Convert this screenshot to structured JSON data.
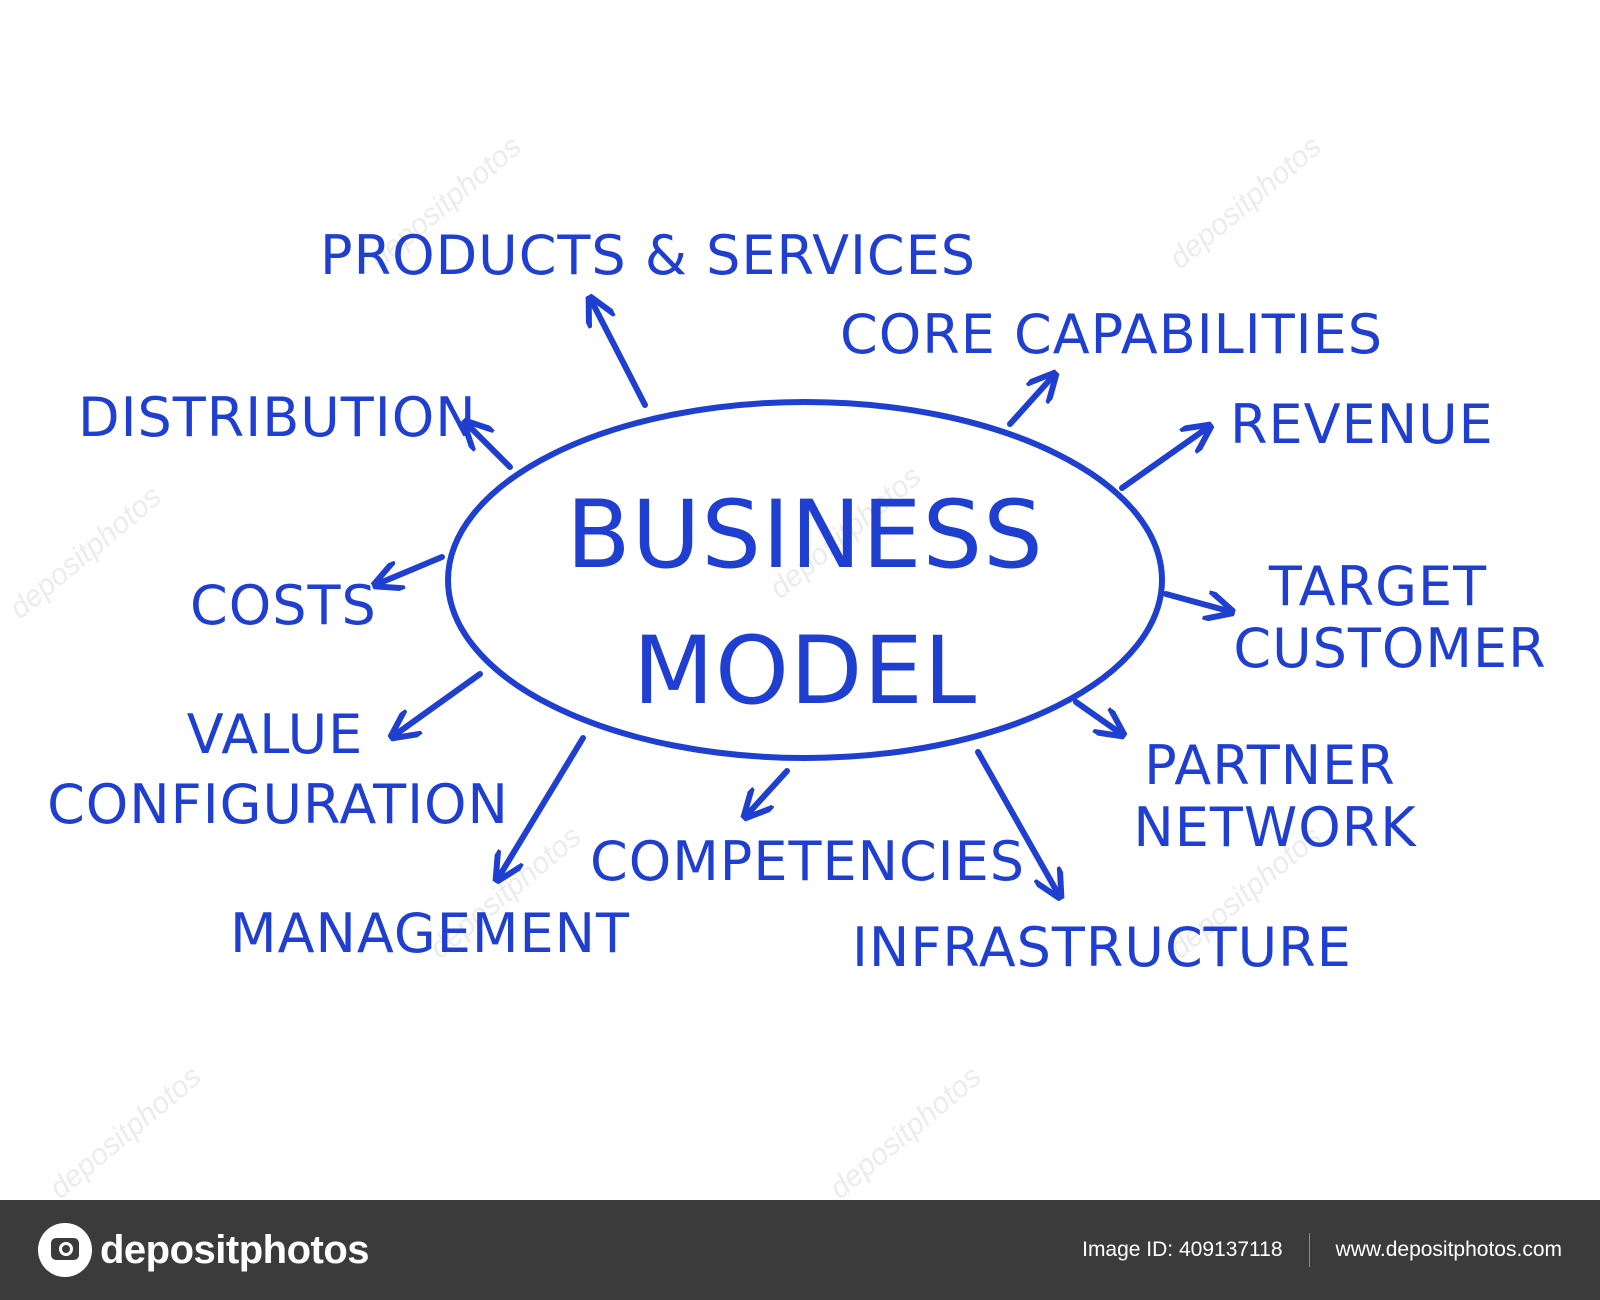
{
  "diagram": {
    "center": {
      "line1": "BUSINESS",
      "line2": "MODEL"
    },
    "nodes": {
      "products_services": "PRODUCTS & SERVICES",
      "core_capabilities": "CORE CAPABILITIES",
      "distribution": "DISTRIBUTION",
      "revenue": "REVENUE",
      "costs": "COSTS",
      "target_customer": {
        "line1": "TARGET",
        "line2": "CUSTOMER"
      },
      "value_configuration": {
        "line1": "VALUE",
        "line2": "CONFIGURATION"
      },
      "partner_network": {
        "line1": "PARTNER",
        "line2": "NETWORK"
      },
      "competencies": "COMPETENCIES",
      "management": "MANAGEMENT",
      "infrastructure": "INFRASTRUCTURE"
    },
    "color": "#1f3fd0",
    "watermark": "depositphotos"
  },
  "footer": {
    "logo_icon": "camera-icon",
    "logo_text": "depositphotos",
    "image_id": "Image ID: 409137118",
    "site": "www.depositphotos.com",
    "background": "#3b3b3b"
  }
}
